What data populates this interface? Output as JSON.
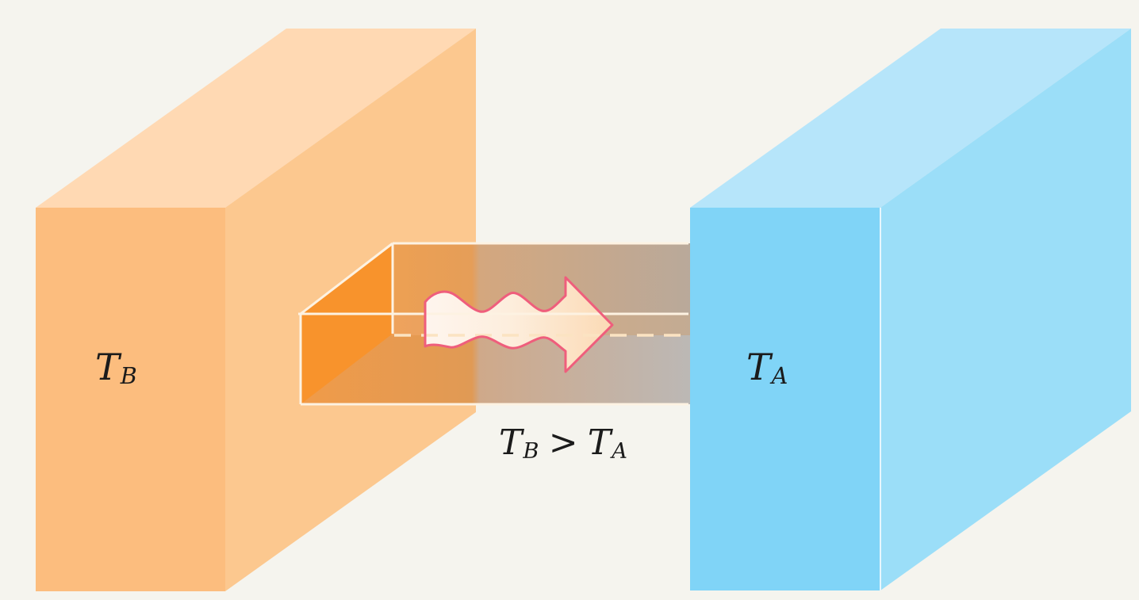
{
  "figure": {
    "description": "Heat conduction diagram: hot block B connected to cold block A by a rod, heat flows from B to A",
    "hot_block_label": {
      "symbol": "T",
      "subscript": "B"
    },
    "cold_block_label": {
      "symbol": "T",
      "subscript": "A"
    },
    "relation": {
      "lhs": "T",
      "lhs_sub": "B",
      "operator": ">",
      "rhs": "T",
      "rhs_sub": "A"
    }
  },
  "colors": {
    "background": "#f5f4ee",
    "hot_front": "#fcbd7e",
    "hot_top": "#ffd9b3",
    "hot_side": "#fcc88f",
    "hole_end_wall": "#f8932c",
    "cold_front": "#80d4f7",
    "cold_top": "#b6e5fa",
    "cold_side": "#9bdef8",
    "cold_edge_highlight": "#e6f6fd",
    "rod_hot_end": "#f6a24e",
    "rod_cold_end": "#bcb8b5",
    "outline_white": "#fdf2e2",
    "dash_line": "#fbe3c2",
    "arrow_stroke": "#ef5e7c",
    "arrow_fill_light": "#fef5ee",
    "arrow_fill_dark": "#fbdab5",
    "text": "#1b1b1b"
  }
}
